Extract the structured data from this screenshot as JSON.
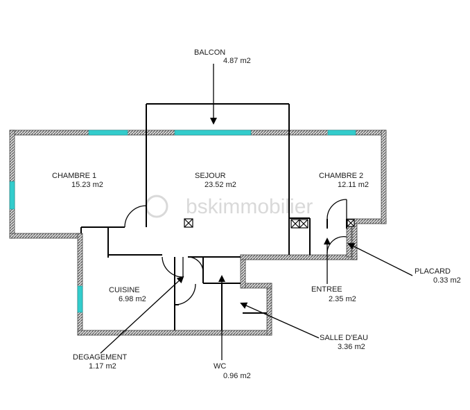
{
  "watermark": "bskimmobilier",
  "rooms": [
    {
      "id": "balcon",
      "name": "BALCON",
      "area": "4.87 m2"
    },
    {
      "id": "chambre1",
      "name": "CHAMBRE 1",
      "area": "15.23 m2"
    },
    {
      "id": "sejour",
      "name": "SEJOUR",
      "area": "23.52 m2"
    },
    {
      "id": "chambre2",
      "name": "CHAMBRE 2",
      "area": "12.11 m2"
    },
    {
      "id": "cuisine",
      "name": "CUISINE",
      "area": "6.98 m2"
    },
    {
      "id": "entree",
      "name": "ENTREE",
      "area": "2.35 m2"
    },
    {
      "id": "placard",
      "name": "PLACARD",
      "area": "0.33 m2"
    },
    {
      "id": "salle_deau",
      "name": "SALLE D'EAU",
      "area": "3.36 m2"
    },
    {
      "id": "degagement",
      "name": "DEGAGEMENT",
      "area": "1.17 m2"
    },
    {
      "id": "wc",
      "name": "WC",
      "area": "0.96 m2"
    }
  ],
  "colors": {
    "wall": "#555555",
    "wall_hatch": "#dddddd",
    "window": "#33cccc",
    "line": "#000000"
  }
}
